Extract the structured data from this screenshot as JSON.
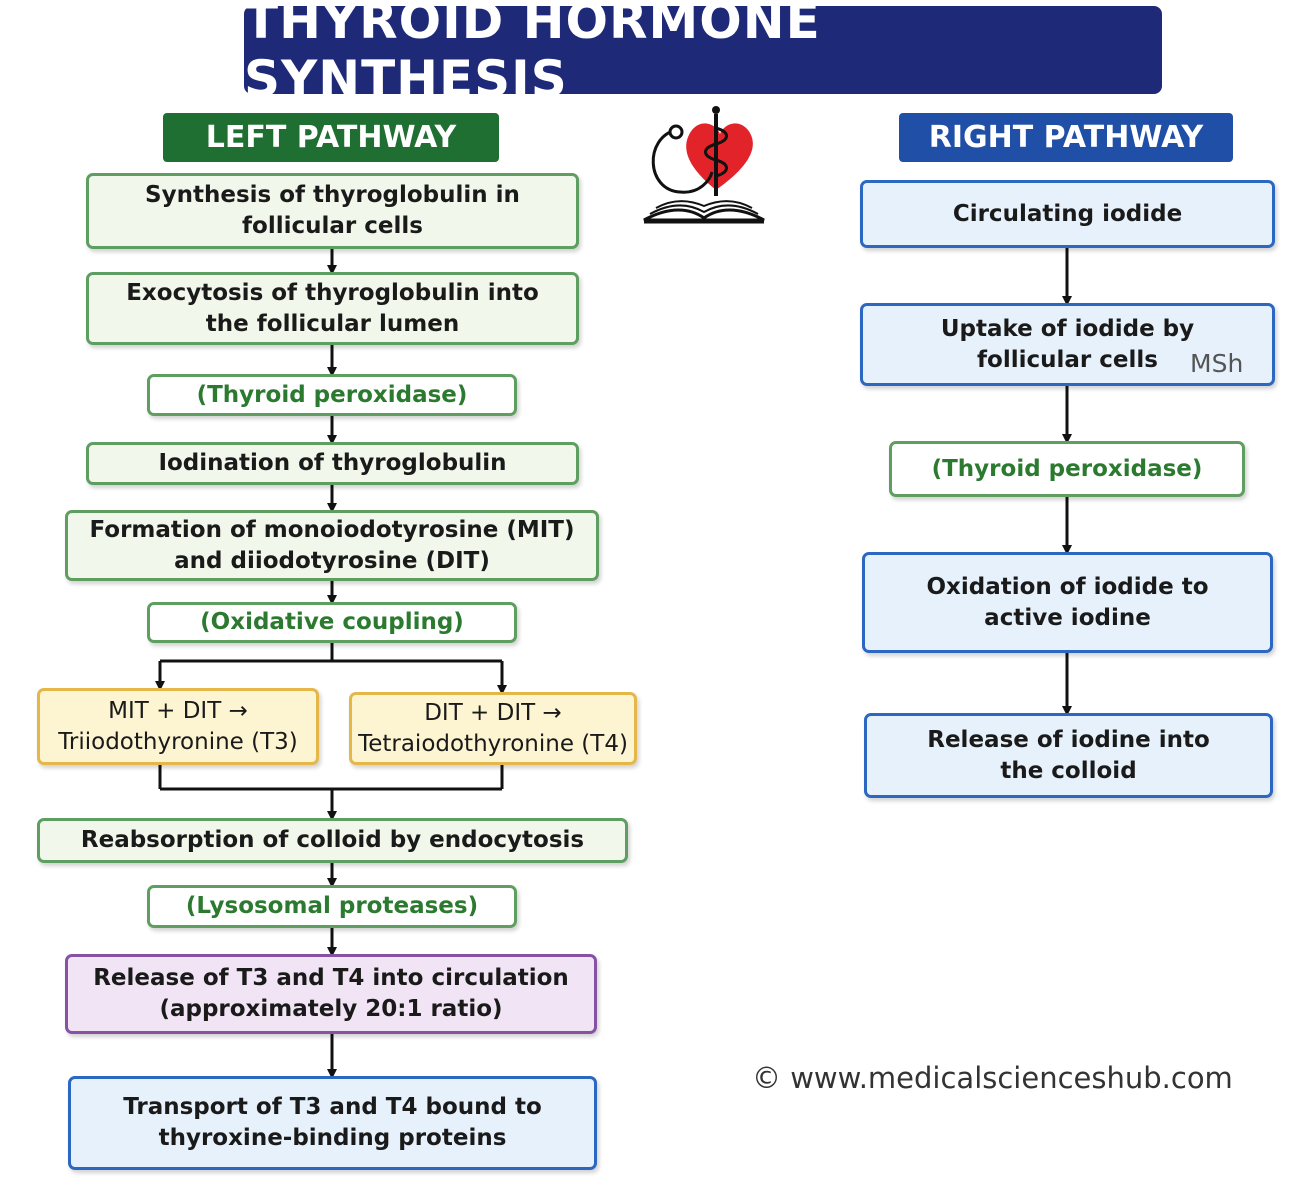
{
  "title": "THYROID HORMONE SYNTHESIS",
  "left_pathway": {
    "header": "LEFT PATHWAY",
    "steps": [
      {
        "line1": "Synthesis of thyroglobulin in",
        "line2": "follicular cells"
      },
      {
        "line1": "Exocytosis of thyroglobulin into",
        "line2": "the follicular lumen"
      },
      {
        "line1": "(Thyroid peroxidase)"
      },
      {
        "line1": "Iodination of thyroglobulin"
      },
      {
        "line1": "Formation of monoiodotyrosine (MIT)",
        "line2": "and diiodotyrosine (DIT)"
      },
      {
        "line1": "(Oxidative coupling)"
      }
    ],
    "branches": [
      {
        "line1": "MIT + DIT →",
        "line2": "Triiodothyronine (T3)"
      },
      {
        "line1": "DIT + DIT →",
        "line2": "Tetraiodothyronine (T4)"
      }
    ],
    "after_merge": [
      {
        "line1": "Reabsorption of colloid by endocytosis"
      },
      {
        "line1": "(Lysosomal proteases)"
      },
      {
        "line1": "Release of T3 and T4 into circulation",
        "line2": "(approximately 20:1 ratio)"
      },
      {
        "line1": "Transport of T3 and T4 bound to",
        "line2": "thyroxine-binding proteins"
      }
    ]
  },
  "right_pathway": {
    "header": "RIGHT PATHWAY",
    "steps": [
      {
        "line1": "Circulating iodide"
      },
      {
        "line1": "Uptake of iodide by",
        "line2": "follicular cells"
      },
      {
        "line1": "(Thyroid peroxidase)"
      },
      {
        "line1": "Oxidation of iodide to",
        "line2": "active iodine"
      },
      {
        "line1": "Release of iodine into",
        "line2": "the colloid"
      }
    ]
  },
  "watermark": "MSh",
  "copyright": "© www.medicalscienceshub.com",
  "logo_icon": "stethoscope-heart-caduceus-book-icon",
  "colors": {
    "title_bg": "#1e2a78",
    "left_header": "#1f6e32",
    "right_header": "#1f4fa6",
    "green_border": "#5e9e60",
    "yellow_border": "#e4b748",
    "purple_border": "#8552a6",
    "blue_border": "#2c68c2"
  }
}
